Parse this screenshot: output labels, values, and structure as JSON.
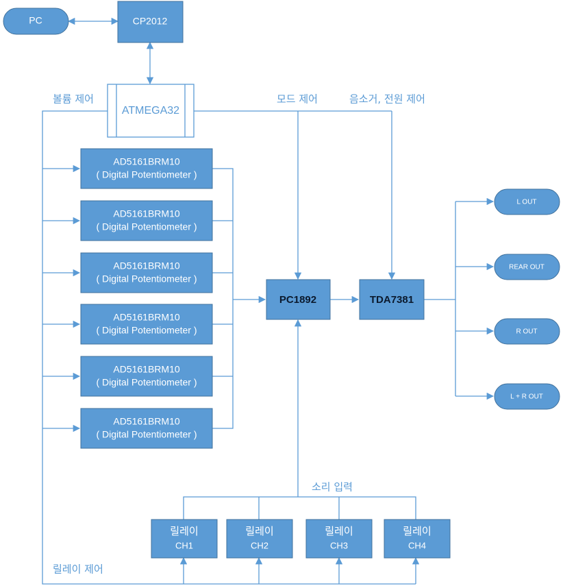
{
  "nodes": {
    "pc": "PC",
    "cp2012": "CP2012",
    "atmega": "ATMEGA32",
    "pots": [
      {
        "name": "AD5161BRM10",
        "sub": "( Digital Potentiometer )"
      },
      {
        "name": "AD5161BRM10",
        "sub": "( Digital Potentiometer )"
      },
      {
        "name": "AD5161BRM10",
        "sub": "( Digital Potentiometer )"
      },
      {
        "name": "AD5161BRM10",
        "sub": "( Digital Potentiometer )"
      },
      {
        "name": "AD5161BRM10",
        "sub": "( Digital Potentiometer )"
      },
      {
        "name": "AD5161BRM10",
        "sub": "( Digital Potentiometer )"
      }
    ],
    "pc1892": "PC1892",
    "tda7381": "TDA7381",
    "outputs": [
      "L OUT",
      "REAR OUT",
      "R OUT",
      "L + R OUT"
    ],
    "relays": [
      {
        "name": "릴레이",
        "ch": "CH1"
      },
      {
        "name": "릴레이",
        "ch": "CH2"
      },
      {
        "name": "릴레이",
        "ch": "CH3"
      },
      {
        "name": "릴레이",
        "ch": "CH4"
      }
    ]
  },
  "labels": {
    "volume": "볼륨 제어",
    "mode": "모드 제어",
    "mute_power": "음소거, 전원 제어",
    "sound_input": "소리 입력",
    "relay_control": "릴레이 제어"
  },
  "colors": {
    "fill": "#5b9bd5",
    "stroke": "#41719c",
    "text": "#ffffff"
  }
}
